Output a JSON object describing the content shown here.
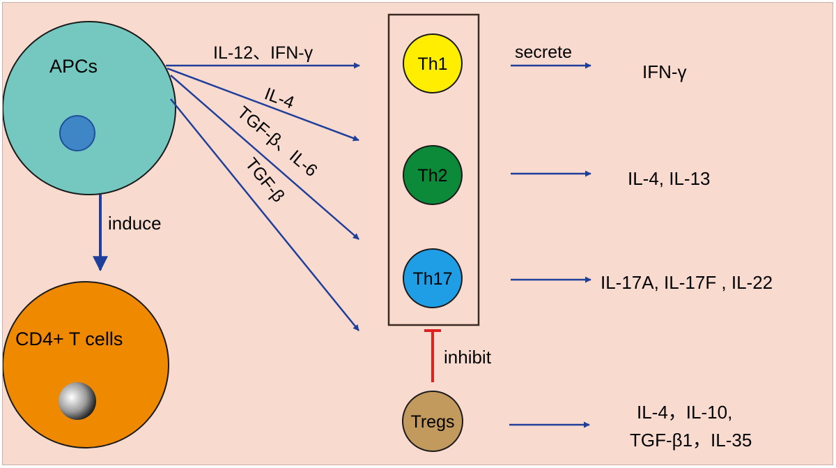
{
  "cells": {
    "apcs": "APCs",
    "cd4": "CD4+ T cells",
    "th1": "Th1",
    "th2": "Th2",
    "th17": "Th17",
    "tregs": "Tregs"
  },
  "signals": {
    "th1": "IL-12、IFN-γ",
    "th2": "IL-4",
    "th17": "TGF-β、IL-6",
    "tregs": "TGF-β"
  },
  "actions": {
    "induce": "induce",
    "secrete": "secrete",
    "inhibit": "inhibit"
  },
  "outputs": {
    "th1": "IFN-γ",
    "th2": "IL-4, IL-13",
    "th17": "IL-17A, IL-17F , IL-22",
    "tregs_line1": "IL-4，IL-10,",
    "tregs_line2": "TGF-β1，IL-35"
  },
  "colors": {
    "background": "#f9dacf",
    "apcs": "#75c8bf",
    "apcs_nucleus": "#3f86c6",
    "cd4": "#ef8a00",
    "th1": "#ffee00",
    "th2": "#0c8a3a",
    "th17": "#1f9ee5",
    "tregs": "#c29a5e",
    "arrow": "#1f3f9a",
    "inhibit": "#e02020"
  }
}
